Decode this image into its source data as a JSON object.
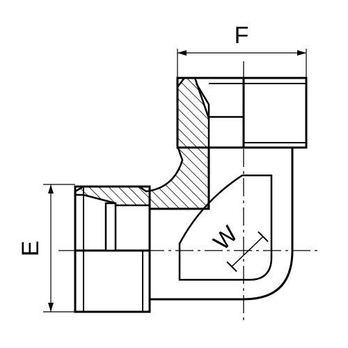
{
  "dimensions": {
    "f_label": "F",
    "e_label": "E",
    "w_label": "W"
  },
  "colors": {
    "ink": "#000000",
    "paper": "#ffffff"
  }
}
